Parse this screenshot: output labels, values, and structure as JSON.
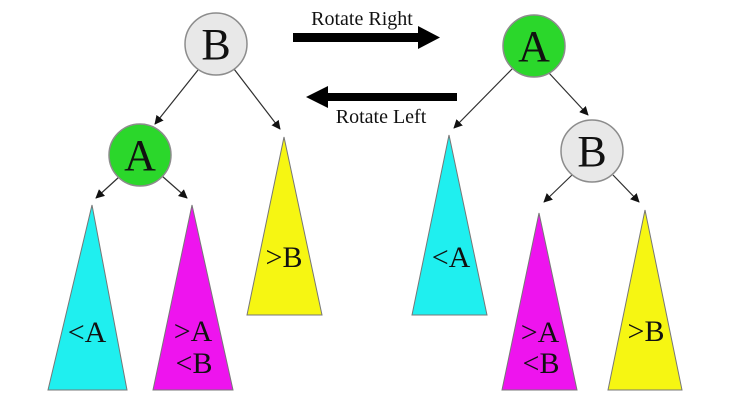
{
  "diagram": {
    "arrows": {
      "rotate_right_label": "Rotate Right",
      "rotate_left_label": "Rotate Left"
    },
    "left_tree": {
      "root_label": "B",
      "left_child_label": "A",
      "subtree_less_a": "<A",
      "subtree_between_line1": ">A",
      "subtree_between_line2": "<B",
      "subtree_greater_b": ">B"
    },
    "right_tree": {
      "root_label": "A",
      "right_child_label": "B",
      "subtree_less_a": "<A",
      "subtree_between_line1": ">A",
      "subtree_between_line2": "<B",
      "subtree_greater_b": ">B"
    }
  },
  "colors": {
    "node_a_fill": "#2bd72b",
    "node_b_fill": "#e8e8e8",
    "node_stroke": "#8c8c8c",
    "subtree_less_a_fill": "#1fefef",
    "subtree_between_fill": "#ee14ee",
    "subtree_greater_b_fill": "#f6f612",
    "edge_color": "#2f2f2f",
    "rotate_arrow_color": "#000000",
    "background": "#ffffff"
  }
}
